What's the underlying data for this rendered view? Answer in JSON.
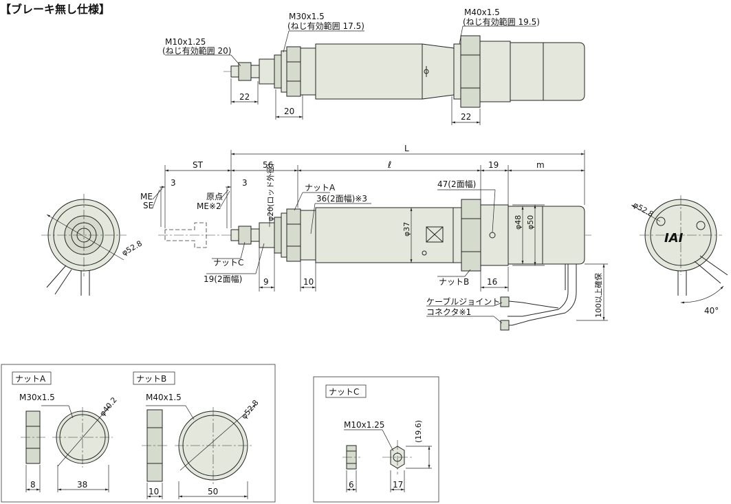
{
  "title": "【ブレーキ無し仕様】",
  "top_view": {
    "thread_rod": "M10x1.25",
    "thread_rod_note": "(ねじ有効範囲 20)",
    "thread_a": "M30x1.5",
    "thread_a_note": "(ねじ有効範囲 17.5)",
    "thread_b": "M40x1.5",
    "thread_b_note": "(ねじ有効範囲 19.5)",
    "dim_rod": "22",
    "dim_a": "20",
    "dim_b": "22"
  },
  "side_view": {
    "L": "L",
    "ST": "ST",
    "d56": "56",
    "l": "ℓ",
    "d19": "19",
    "m": "m",
    "d3a": "3",
    "d3b": "3",
    "ME": "ME",
    "SE": "SE",
    "origin": "原点",
    "ME2": "ME※2",
    "rod_od": "φ20(ロッド外径)",
    "nut_a": "ナットA",
    "w36": "36(2面幅)※3",
    "w47": "47(2面幅)",
    "phi37": "φ37",
    "phi48": "φ48",
    "phi50": "φ50",
    "nut_c": "ナットC",
    "w19": "19(2面幅)",
    "d9": "9",
    "d10": "10",
    "nut_b": "ナットB",
    "d16": "16",
    "cable_joint": "ケーブルジョイント",
    "connector": "コネクタ※1",
    "min100": "100以上確保"
  },
  "end_views": {
    "left_phi": "φ52.8",
    "right_phi": "φ52.8",
    "angle": "40°",
    "logo": "IAI"
  },
  "detail_nuts": {
    "nut_a": {
      "label": "ナットA",
      "thread": "M30x1.5",
      "phi": "φ40.2",
      "thick": "8",
      "width": "38"
    },
    "nut_b": {
      "label": "ナットB",
      "thread": "M40x1.5",
      "phi": "φ52.8",
      "thick": "10",
      "width": "50"
    },
    "nut_c": {
      "label": "ナットC",
      "thread": "M10x1.25",
      "height": "(19.6)",
      "thick": "6",
      "width": "17"
    }
  }
}
